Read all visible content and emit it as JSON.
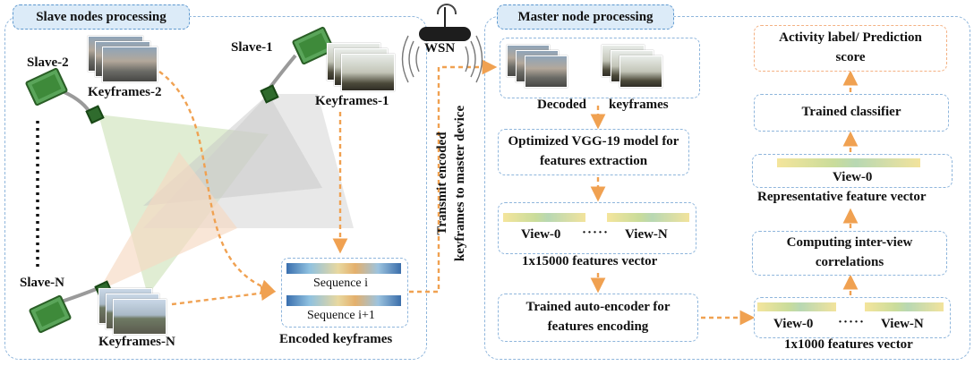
{
  "slave_panel": {
    "title": "Slave nodes processing",
    "slave_labels": [
      "Slave-2",
      "Slave-1",
      "Slave-N"
    ],
    "keyframe_labels": [
      "Keyframes-2",
      "Keyframes-1",
      "Keyframes-N"
    ],
    "encoded": {
      "caption": "Encoded keyframes",
      "sequence_1": "Sequence i",
      "sequence_2": "Sequence i+1"
    }
  },
  "network": {
    "wsn_label": "WSN",
    "transmit_line1": "Transmit encoded",
    "transmit_line2": "keyframes to master device"
  },
  "master_panel": {
    "title": "Master node processing",
    "decoded_word1": "Decoded",
    "decoded_word2": "keyframes",
    "vgg_box": "Optimized VGG-19 model for features extraction",
    "view_0": "View-0",
    "view_n": "View-N",
    "ellipsis": "·····",
    "features_15000": "1x15000 features vector",
    "autoencoder_box": "Trained auto-encoder for features encoding",
    "features_1000": "1x1000 features vector",
    "correlation_box": "Computing inter-view correlations",
    "rep_view": "View-0",
    "rep_caption": "Representative feature vector",
    "classifier_box": "Trained classifier",
    "output_box": "Activity label/ Prediction score"
  },
  "colors": {
    "arrow": "#f0a151",
    "panel_border": "#8fb6dc",
    "title_fill": "#dcebf8",
    "output_border": "#f4b183"
  }
}
